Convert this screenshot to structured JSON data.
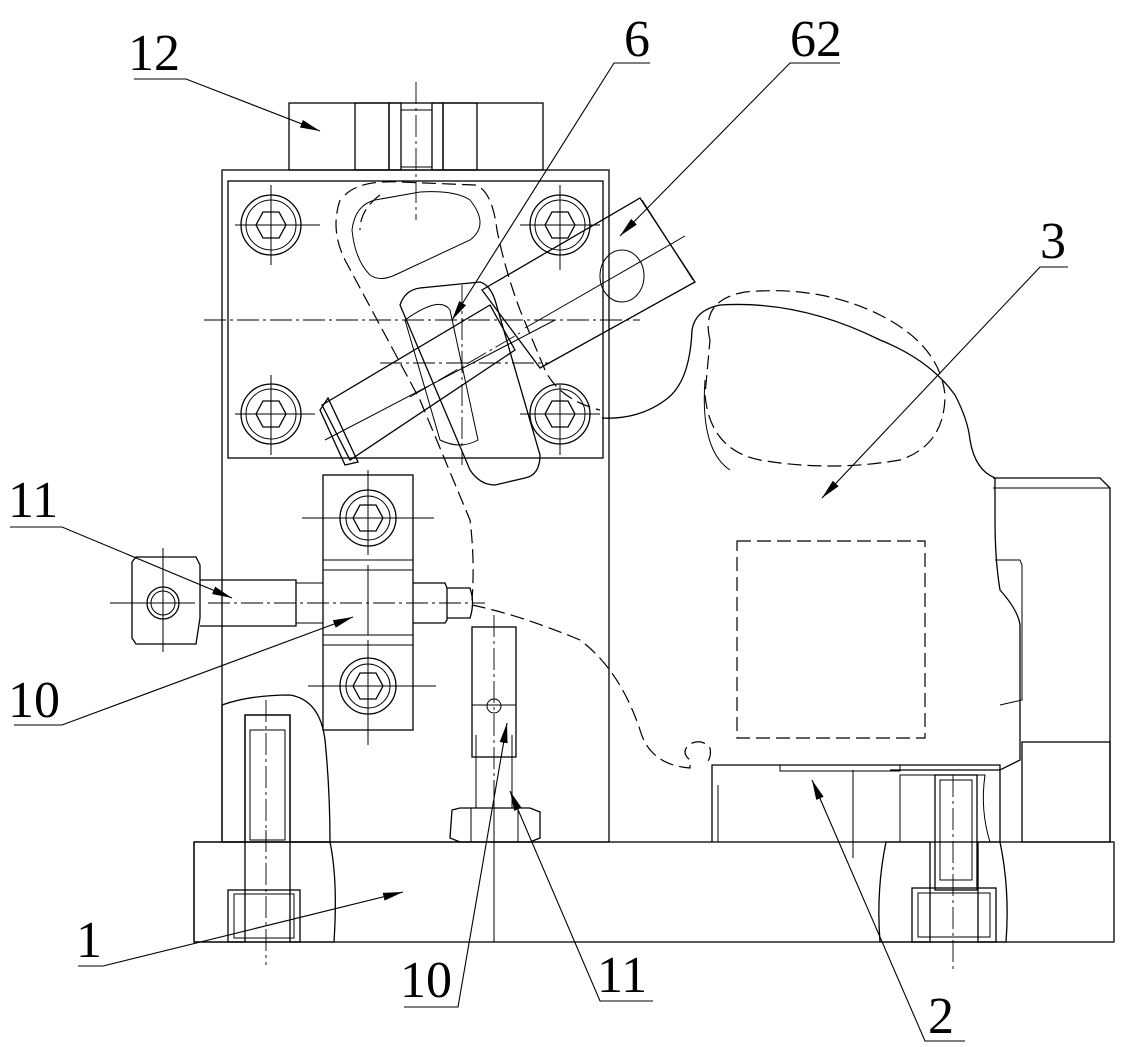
{
  "figure": {
    "labels": {
      "part_12": "12",
      "part_6": "6",
      "part_62": "62",
      "part_3": "3",
      "part_11_left": "11",
      "part_10_left": "10",
      "part_1": "1",
      "part_10_bottom": "10",
      "part_11_bottom": "11",
      "part_2": "2"
    },
    "line_color": "#000000",
    "background_color": "#ffffff"
  }
}
